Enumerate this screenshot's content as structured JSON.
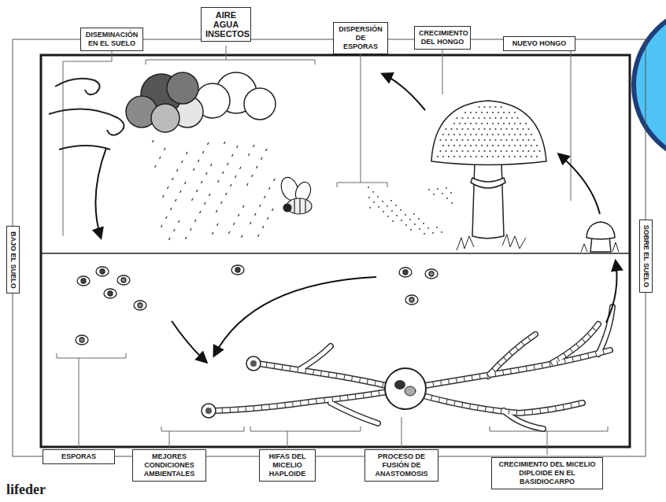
{
  "diagram": {
    "nodes": [
      {
        "text": [
          "DISEMINACIÓN EN EL SUELO"
        ]
      },
      {
        "text": [
          "AIRE AGUA INSECTOS"
        ]
      },
      {
        "text": [
          "DISPERSIÓN DE ESPORAS"
        ]
      },
      {
        "text": [
          "CRECIMIENTO DEL HONGO"
        ]
      },
      {
        "text": [
          "NUEVO HONGO"
        ]
      },
      {
        "text": [
          "BAJO EL SUELO"
        ]
      },
      {
        "text": [
          "SOBRE EL SUELO"
        ]
      },
      {
        "text": [
          "ESPORAS"
        ]
      },
      {
        "text": [
          "MEJORES CONDICIONES AMBIENTALES"
        ]
      },
      {
        "text": [
          "HIFAS DEL MICELIO HAPLOIDE"
        ]
      },
      {
        "text": [
          "PROCESO DE FUSIÓN DE ANASTOMOSIS"
        ]
      },
      {
        "text": [
          "CRECIMIENTO DEL MICELIO DIPLOIDE EN EL BASIDIOCARPO"
        ]
      }
    ],
    "labels": [
      "lifeder"
    ]
  }
}
